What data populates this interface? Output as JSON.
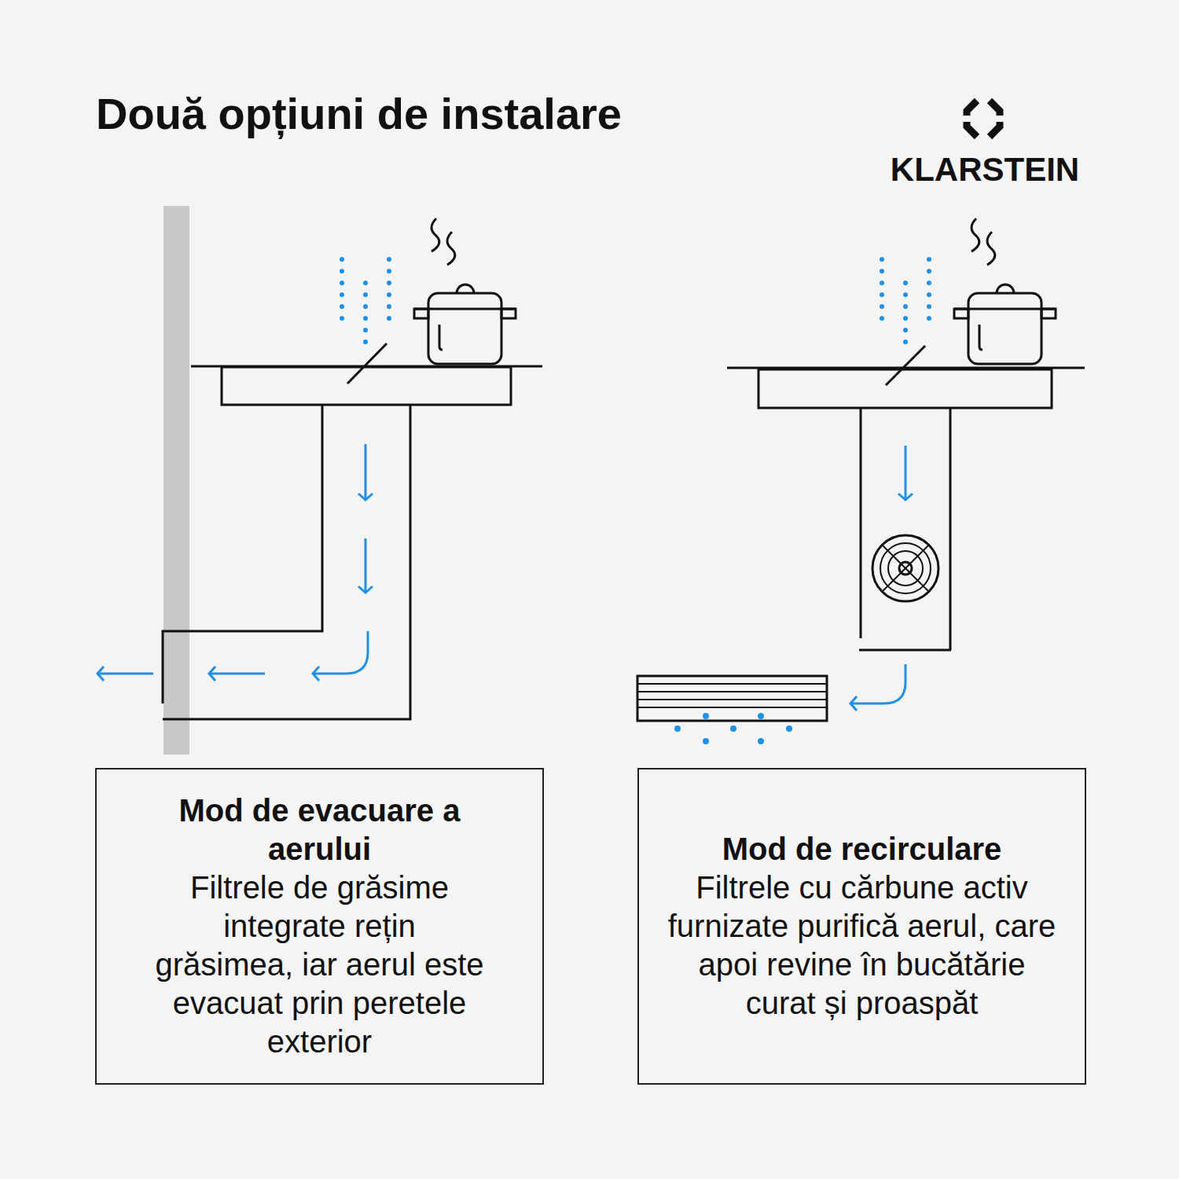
{
  "diagram": {
    "title": "Două opțiuni de instalare",
    "nodes": [
      {
        "text": [
          "Mod de evacuare a aerului",
          "Filtrele de grăsime integrate rețin grăsimea, iar aerul este evacuat prin peretele exterior"
        ]
      },
      {
        "text": [
          "Mod de recirculare",
          "Filtrele cu cărbune activ furnizate purifică aerul, care apoi revine în bucătărie curat și proaspăt"
        ]
      }
    ],
    "labels": [
      "KLARSTEIN"
    ]
  }
}
